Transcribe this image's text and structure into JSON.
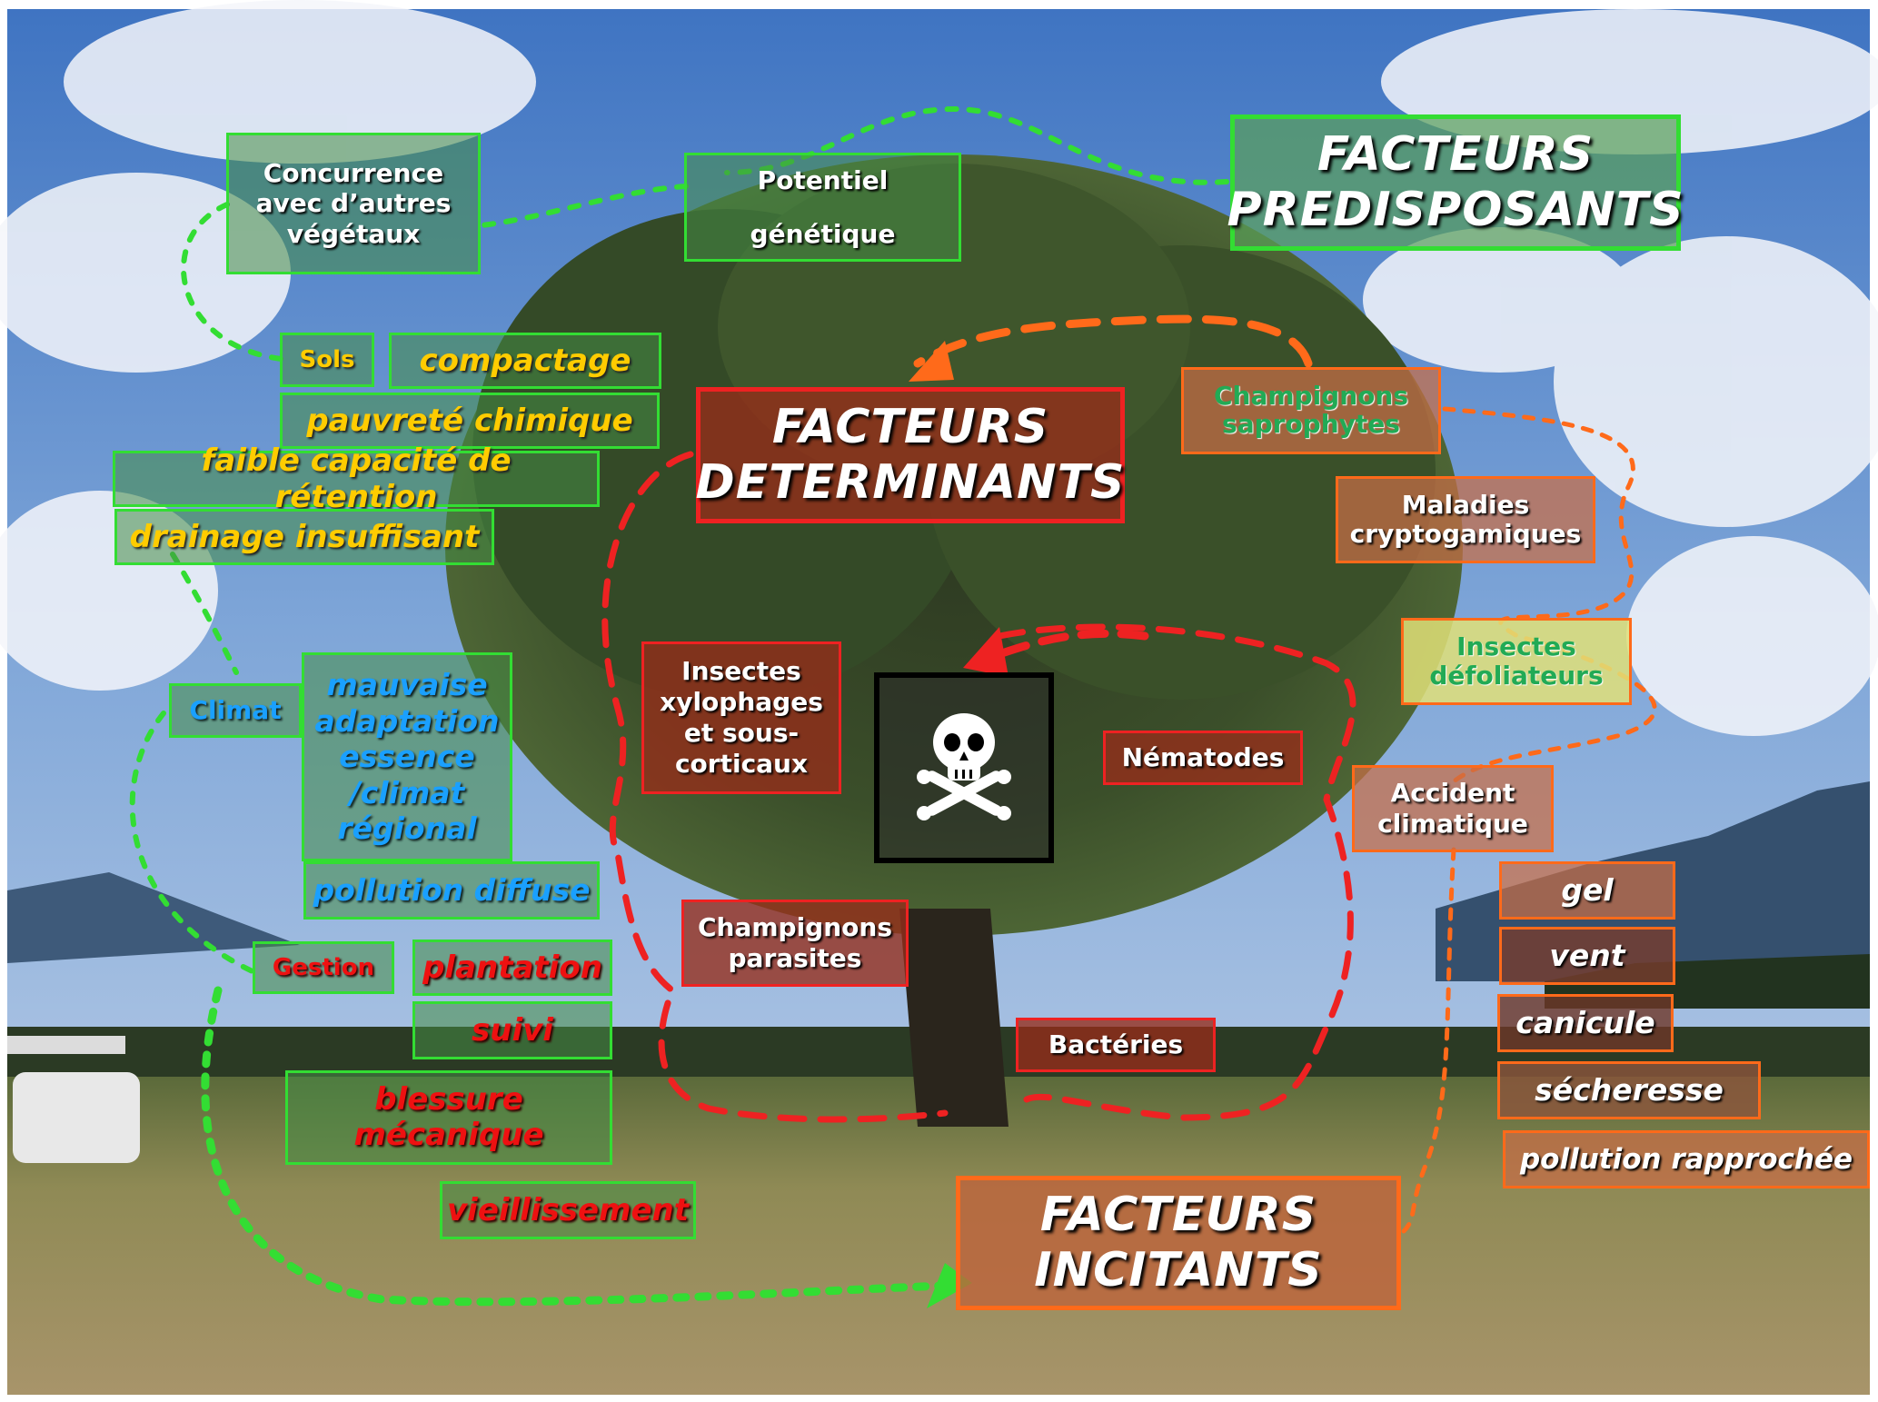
{
  "title_predisposants": "FACTEURS\nPREDISPOSANTS",
  "title_determinants": "FACTEURS\nDETERMINANTS",
  "title_incitants": "FACTEURS\nINCITANTS",
  "predisposants": {
    "concurrence": "Concurrence\navec d’autres\nvégétaux",
    "potentiel": "Potentiel\n\ngénétique",
    "sols": "Sols",
    "sols_items": [
      "compactage",
      "pauvreté chimique",
      "faible capacité de rétention",
      "drainage insuffisant"
    ],
    "climat": "Climat",
    "climat_items": [
      "mauvaise\nadaptation\nessence\n/climat\nrégional",
      "pollution diffuse"
    ],
    "gestion": "Gestion",
    "gestion_items": [
      "plantation",
      "suivi",
      "blessure\nmécanique",
      "vieillissement"
    ]
  },
  "determinants": {
    "champignons_saprophytes": "Champignons\nsaprophytes",
    "maladies": "Maladies\ncryptogamiques",
    "insectes_defoliateurs": "Insectes\ndéfoliateurs",
    "insectes_xylophages": "Insectes\nxylophages\net sous-\ncorticaux",
    "nematodes": "Nématodes",
    "champignons_parasites": "Champignons\nparasites",
    "bacteries": "Bactéries",
    "death_icon": "skull-crossbones-icon"
  },
  "incitants": {
    "accident": "Accident\nclimatique",
    "items": [
      "gel",
      "vent",
      "canicule",
      "sécheresse",
      "pollution rapprochée"
    ]
  },
  "colors": {
    "predisposant": "#33dd33",
    "determinant": "#ee2222",
    "incitant": "#ff6a1a"
  }
}
